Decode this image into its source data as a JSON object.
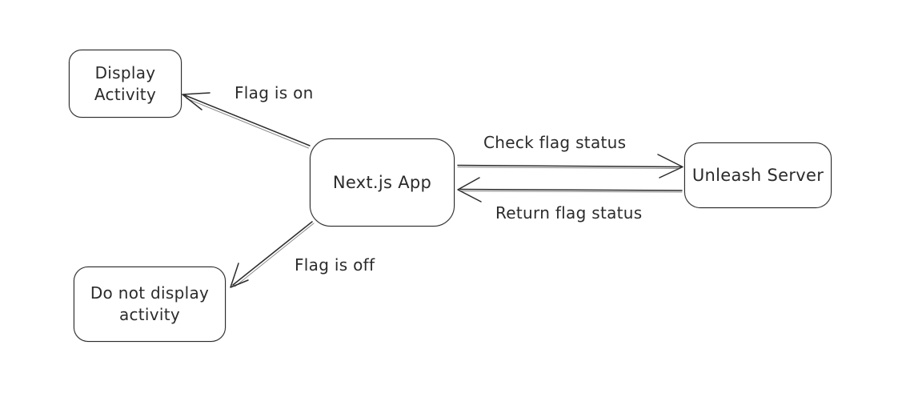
{
  "colors": {
    "ink": "#2b2b2b",
    "background": "#ffffff"
  },
  "diagram": {
    "nodes": {
      "display_activity": {
        "line1": "Display",
        "line2": "Activity"
      },
      "nextjs_app": {
        "label": "Next.js App"
      },
      "unleash_server": {
        "label": "Unleash Server"
      },
      "do_not_display": {
        "line1": "Do not display",
        "line2": "activity"
      }
    },
    "edge_labels": {
      "flag_on": "Flag is on",
      "check_status": "Check flag status",
      "return_status": "Return flag status",
      "flag_off": "Flag is off"
    }
  }
}
